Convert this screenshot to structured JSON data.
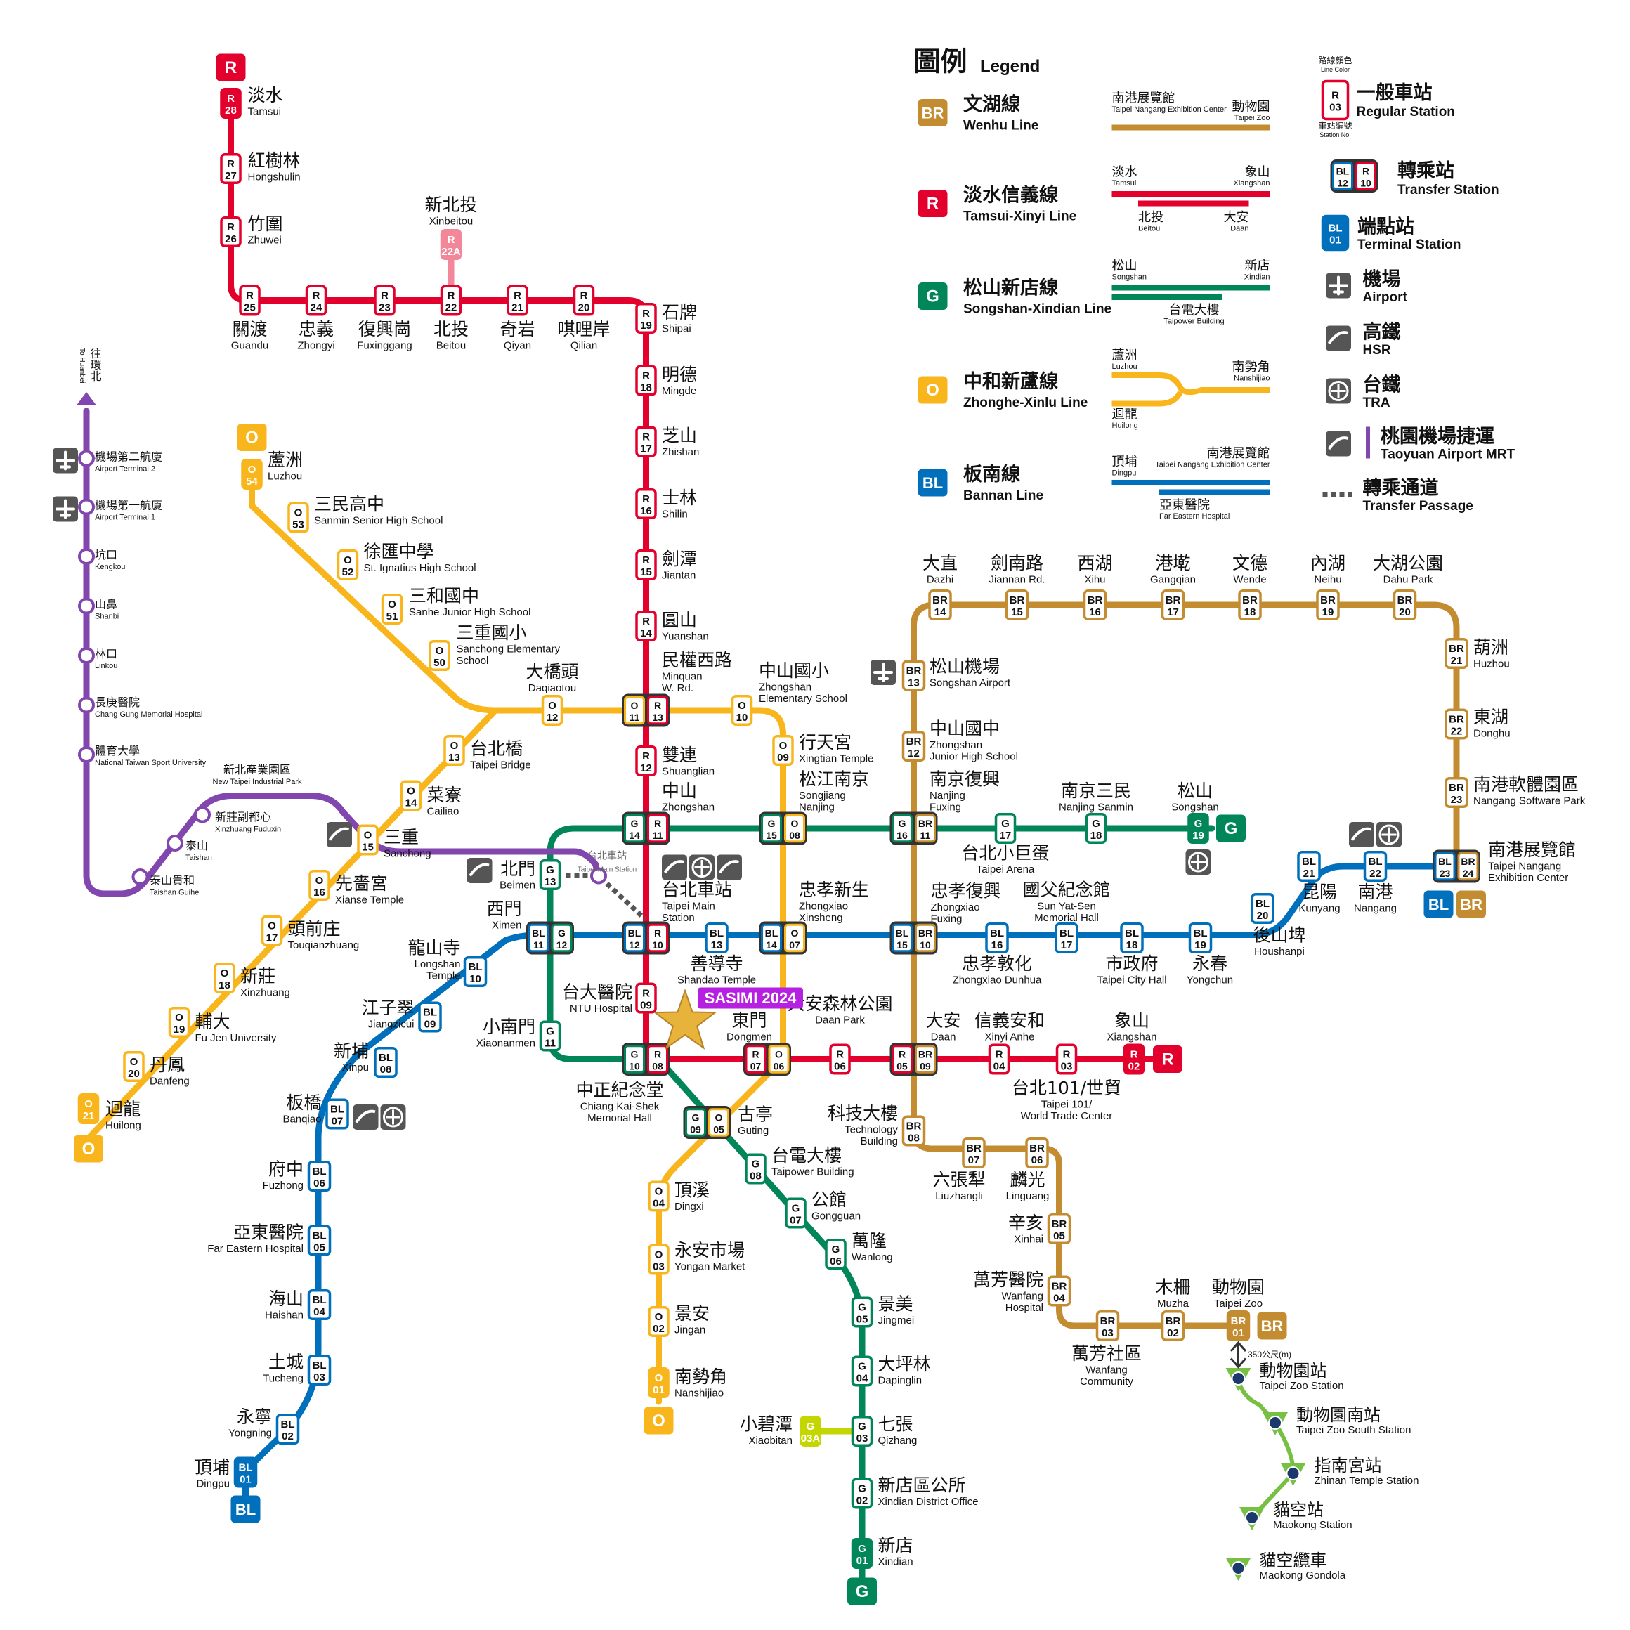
{
  "legend": {
    "title_zh": "圖例",
    "title_en": "Legend",
    "line_color_caption": "路線顏色",
    "line_color_caption_en": "Line Color",
    "station_no_caption": "車站編號",
    "station_no_caption_en": "Station No.",
    "regular_station_zh": "一般車站",
    "regular_station_en": "Regular Station",
    "transfer_station_zh": "轉乘站",
    "transfer_station_en": "Transfer Station",
    "terminal_station_zh": "端點站",
    "terminal_station_en": "Terminal Station",
    "airport_zh": "機場",
    "airport_en": "Airport",
    "hsr_zh": "高鐵",
    "hsr_en": "HSR",
    "tra_zh": "台鐵",
    "tra_en": "TRA",
    "airport_mrt_zh": "桃園機場捷運",
    "airport_mrt_en": "Taoyuan Airport MRT",
    "transfer_passage_zh": "轉乘通道",
    "transfer_passage_en": "Transfer Passage",
    "lines": [
      {
        "code": "BR",
        "zh": "文湖線",
        "en": "Wenhu Line",
        "color": "#C48C31",
        "ends": [
          {
            "zh": "南港展覽館",
            "en": "Taipei Nangang Exhibition Center"
          },
          {
            "zh": "動物園",
            "en": "Taipei Zoo"
          }
        ]
      },
      {
        "code": "R",
        "zh": "淡水信義線",
        "en": "Tamsui-Xinyi Line",
        "color": "#E3002C",
        "ends": [
          {
            "zh": "淡水",
            "en": "Tamsui"
          },
          {
            "zh": "象山",
            "en": "Xiangshan"
          },
          {
            "zh": "北投",
            "en": "Beitou"
          },
          {
            "zh": "大安",
            "en": "Daan"
          }
        ]
      },
      {
        "code": "G",
        "zh": "松山新店線",
        "en": "Songshan-Xindian Line",
        "color": "#008659",
        "ends": [
          {
            "zh": "松山",
            "en": "Songshan"
          },
          {
            "zh": "新店",
            "en": "Xindian"
          },
          {
            "zh": "台電大樓",
            "en": "Taipower Building"
          }
        ]
      },
      {
        "code": "O",
        "zh": "中和新蘆線",
        "en": "Zhonghe-Xinlu Line",
        "color": "#F8B61C",
        "ends": [
          {
            "zh": "蘆洲",
            "en": "Luzhou"
          },
          {
            "zh": "南勢角",
            "en": "Nanshijiao"
          },
          {
            "zh": "迴龍",
            "en": "Huilong"
          }
        ]
      },
      {
        "code": "BL",
        "zh": "板南線",
        "en": "Bannan Line",
        "color": "#0070BD",
        "ends": [
          {
            "zh": "頂埔",
            "en": "Dingpu"
          },
          {
            "zh": "南港展覽館",
            "en": "Taipei Nangang Exhibition Center"
          },
          {
            "zh": "亞東醫院",
            "en": "Far Eastern Hospital"
          }
        ]
      }
    ]
  },
  "highlight": {
    "label": "SASIMI 2024",
    "color": "#B620E0"
  },
  "airport_line": {
    "direction_zh": "往環北",
    "direction_en": "To Huanbei",
    "stations": [
      {
        "zh": "機場第二航廈",
        "en": "Airport Terminal 2"
      },
      {
        "zh": "機場第一航廈",
        "en": "Airport Terminal 1"
      },
      {
        "zh": "坑口",
        "en": "Kengkou"
      },
      {
        "zh": "山鼻",
        "en": "Shanbi"
      },
      {
        "zh": "林口",
        "en": "Linkou"
      },
      {
        "zh": "長庚醫院",
        "en": "Chang Gung Memorial Hospital"
      },
      {
        "zh": "體育大學",
        "en": "National Taiwan Sport University"
      },
      {
        "zh": "新北產業園區",
        "en": "New Taipei Industrial Park"
      },
      {
        "zh": "新莊副都心",
        "en": "Xinzhuang Fuduxin"
      },
      {
        "zh": "泰山",
        "en": "Taishan"
      },
      {
        "zh": "泰山貴和",
        "en": "Taishan Guihe"
      },
      {
        "zh": "台北車站",
        "en": "Taipei Main Station"
      }
    ]
  },
  "gondola": {
    "distance": "350公尺(m)",
    "stations": [
      {
        "zh": "動物園站",
        "en": "Taipei Zoo Station"
      },
      {
        "zh": "動物園南站",
        "en": "Taipei Zoo South Station"
      },
      {
        "zh": "指南宮站",
        "en": "Zhinan Temple Station"
      },
      {
        "zh": "貓空站",
        "en": "Maokong Station"
      },
      {
        "zh": "貓空纜車",
        "en": "Maokong Gondola"
      }
    ]
  },
  "stations": {
    "R28": {
      "zh": "淡水",
      "en": "Tamsui"
    },
    "R27": {
      "zh": "紅樹林",
      "en": "Hongshulin"
    },
    "R26": {
      "zh": "竹圍",
      "en": "Zhuwei"
    },
    "R25": {
      "zh": "關渡",
      "en": "Guandu"
    },
    "R24": {
      "zh": "忠義",
      "en": "Zhongyi"
    },
    "R23": {
      "zh": "復興崗",
      "en": "Fuxinggang"
    },
    "R22": {
      "zh": "北投",
      "en": "Beitou"
    },
    "R22A": {
      "zh": "新北投",
      "en": "Xinbeitou"
    },
    "R21": {
      "zh": "奇岩",
      "en": "Qiyan"
    },
    "R20": {
      "zh": "唭哩岸",
      "en": "Qilian"
    },
    "R19": {
      "zh": "石牌",
      "en": "Shipai"
    },
    "R18": {
      "zh": "明德",
      "en": "Mingde"
    },
    "R17": {
      "zh": "芝山",
      "en": "Zhishan"
    },
    "R16": {
      "zh": "士林",
      "en": "Shilin"
    },
    "R15": {
      "zh": "劍潭",
      "en": "Jiantan"
    },
    "R14": {
      "zh": "圓山",
      "en": "Yuanshan"
    },
    "R13": {
      "zh": "民權西路",
      "en": "Minquan W. Rd."
    },
    "R12": {
      "zh": "雙連",
      "en": "Shuanglian"
    },
    "R11": {
      "zh": "中山",
      "en": "Zhongshan"
    },
    "R10": {
      "zh": "台北車站",
      "en": "Taipei Main Station"
    },
    "R09": {
      "zh": "台大醫院",
      "en": "NTU Hospital"
    },
    "R08": {
      "zh": "中正紀念堂",
      "en": "Chiang Kai-Shek Memorial Hall"
    },
    "R07": {
      "zh": "東門",
      "en": "Dongmen"
    },
    "R06": {
      "zh": "大安森林公園",
      "en": "Daan Park"
    },
    "R05": {
      "zh": "大安",
      "en": "Daan"
    },
    "R04": {
      "zh": "信義安和",
      "en": "Xinyi Anhe"
    },
    "R03": {
      "zh": "台北101/世貿",
      "en": "Taipei 101/ World Trade Center"
    },
    "R02": {
      "zh": "象山",
      "en": "Xiangshan"
    },
    "O54": {
      "zh": "蘆洲",
      "en": "Luzhou"
    },
    "O53": {
      "zh": "三民高中",
      "en": "Sanmin Senior High School"
    },
    "O52": {
      "zh": "徐匯中學",
      "en": "St. Ignatius High School"
    },
    "O51": {
      "zh": "三和國中",
      "en": "Sanhe Junior High School"
    },
    "O50": {
      "zh": "三重國小",
      "en": "Sanchong Elementary School"
    },
    "O12": {
      "zh": "大橋頭",
      "en": "Daqiaotou"
    },
    "O10": {
      "zh": "中山國小",
      "en": "Zhongshan Elementary School"
    },
    "O09": {
      "zh": "行天宮",
      "en": "Xingtian Temple"
    },
    "O08": {
      "zh": "松江南京",
      "en": "Songjiang Nanjing"
    },
    "O07": {
      "zh": "忠孝新生",
      "en": "Zhongxiao Xinsheng"
    },
    "O05": {
      "zh": "古亭",
      "en": "Guting"
    },
    "O04": {
      "zh": "頂溪",
      "en": "Dingxi"
    },
    "O03": {
      "zh": "永安市場",
      "en": "Yongan Market"
    },
    "O02": {
      "zh": "景安",
      "en": "Jingan"
    },
    "O01": {
      "zh": "南勢角",
      "en": "Nanshijiao"
    },
    "O13": {
      "zh": "台北橋",
      "en": "Taipei Bridge"
    },
    "O14": {
      "zh": "菜寮",
      "en": "Cailiao"
    },
    "O15": {
      "zh": "三重",
      "en": "Sanchong"
    },
    "O16": {
      "zh": "先嗇宮",
      "en": "Xianse Temple"
    },
    "O17": {
      "zh": "頭前庄",
      "en": "Touqianzhuang"
    },
    "O18": {
      "zh": "新莊",
      "en": "Xinzhuang"
    },
    "O19": {
      "zh": "輔大",
      "en": "Fu Jen  University"
    },
    "O20": {
      "zh": "丹鳳",
      "en": "Danfeng"
    },
    "O21": {
      "zh": "迴龍",
      "en": "Huilong"
    },
    "G19": {
      "zh": "松山",
      "en": "Songshan"
    },
    "G18": {
      "zh": "南京三民",
      "en": "Nanjing Sanmin"
    },
    "G17": {
      "zh": "台北小巨蛋",
      "en": "Taipei Arena"
    },
    "G16": {
      "zh": "南京復興",
      "en": "Nanjing Fuxing"
    },
    "G13": {
      "zh": "北門",
      "en": "Beimen"
    },
    "G11": {
      "zh": "小南門",
      "en": "Xiaonanmen"
    },
    "G08": {
      "zh": "台電大樓",
      "en": "Taipower Building"
    },
    "G07": {
      "zh": "公館",
      "en": "Gongguan"
    },
    "G06": {
      "zh": "萬隆",
      "en": "Wanlong"
    },
    "G05": {
      "zh": "景美",
      "en": "Jingmei"
    },
    "G04": {
      "zh": "大坪林",
      "en": "Dapinglin"
    },
    "G03": {
      "zh": "七張",
      "en": "Qizhang"
    },
    "G03A": {
      "zh": "小碧潭",
      "en": "Xiaobitan"
    },
    "G02": {
      "zh": "新店區公所",
      "en": "Xindian District Office"
    },
    "G01": {
      "zh": "新店",
      "en": "Xindian"
    },
    "BL01": {
      "zh": "頂埔",
      "en": "Dingpu"
    },
    "BL02": {
      "zh": "永寧",
      "en": "Yongning"
    },
    "BL03": {
      "zh": "土城",
      "en": "Tucheng"
    },
    "BL04": {
      "zh": "海山",
      "en": "Haishan"
    },
    "BL05": {
      "zh": "亞東醫院",
      "en": "Far Eastern Hospital"
    },
    "BL06": {
      "zh": "府中",
      "en": "Fuzhong"
    },
    "BL07": {
      "zh": "板橋",
      "en": "Banqiao"
    },
    "BL08": {
      "zh": "新埔",
      "en": "Xinpu"
    },
    "BL09": {
      "zh": "江子翠",
      "en": "Jiangzicui"
    },
    "BL10": {
      "zh": "龍山寺",
      "en": "Longshan Temple"
    },
    "BL11": {
      "zh": "西門",
      "en": "Ximen"
    },
    "BL13": {
      "zh": "善導寺",
      "en": "Shandao Temple"
    },
    "BL15": {
      "zh": "忠孝復興",
      "en": "Zhongxiao Fuxing"
    },
    "BL16": {
      "zh": "忠孝敦化",
      "en": "Zhongxiao Dunhua"
    },
    "BL17": {
      "zh": "國父紀念館",
      "en": "Sun Yat-Sen Memorial Hall"
    },
    "BL18": {
      "zh": "市政府",
      "en": "Taipei City Hall"
    },
    "BL19": {
      "zh": "永春",
      "en": "Yongchun"
    },
    "BL20": {
      "zh": "後山埤",
      "en": "Houshanpi"
    },
    "BL21": {
      "zh": "昆陽",
      "en": "Kunyang"
    },
    "BL22": {
      "zh": "南港",
      "en": "Nangang"
    },
    "BL23": {
      "zh": "南港展覽館",
      "en": "Taipei Nangang Exhibition Center"
    },
    "BR14": {
      "zh": "大直",
      "en": "Dazhi"
    },
    "BR15": {
      "zh": "劍南路",
      "en": "Jiannan Rd."
    },
    "BR16": {
      "zh": "西湖",
      "en": "Xihu"
    },
    "BR17": {
      "zh": "港墘",
      "en": "Gangqian"
    },
    "BR18": {
      "zh": "文德",
      "en": "Wende"
    },
    "BR19": {
      "zh": "內湖",
      "en": "Neihu"
    },
    "BR20": {
      "zh": "大湖公園",
      "en": "Dahu Park"
    },
    "BR21": {
      "zh": "葫洲",
      "en": "Huzhou"
    },
    "BR22": {
      "zh": "東湖",
      "en": "Donghu"
    },
    "BR23": {
      "zh": "南港軟體園區",
      "en": "Nangang Software Park"
    },
    "BR13": {
      "zh": "松山機場",
      "en": "Songshan Airport"
    },
    "BR12": {
      "zh": "中山國中",
      "en": "Zhongshan Junior High School"
    },
    "BR08": {
      "zh": "科技大樓",
      "en": "Technology Building"
    },
    "BR07": {
      "zh": "六張犁",
      "en": "Liuzhangli"
    },
    "BR06": {
      "zh": "麟光",
      "en": "Linguang"
    },
    "BR05": {
      "zh": "辛亥",
      "en": "Xinhai"
    },
    "BR04": {
      "zh": "萬芳醫院",
      "en": "Wanfang Hospital"
    },
    "BR03": {
      "zh": "萬芳社區",
      "en": "Wanfang Community"
    },
    "BR02": {
      "zh": "木柵",
      "en": "Muzha"
    },
    "BR01": {
      "zh": "動物園",
      "en": "Taipei Zoo"
    }
  }
}
